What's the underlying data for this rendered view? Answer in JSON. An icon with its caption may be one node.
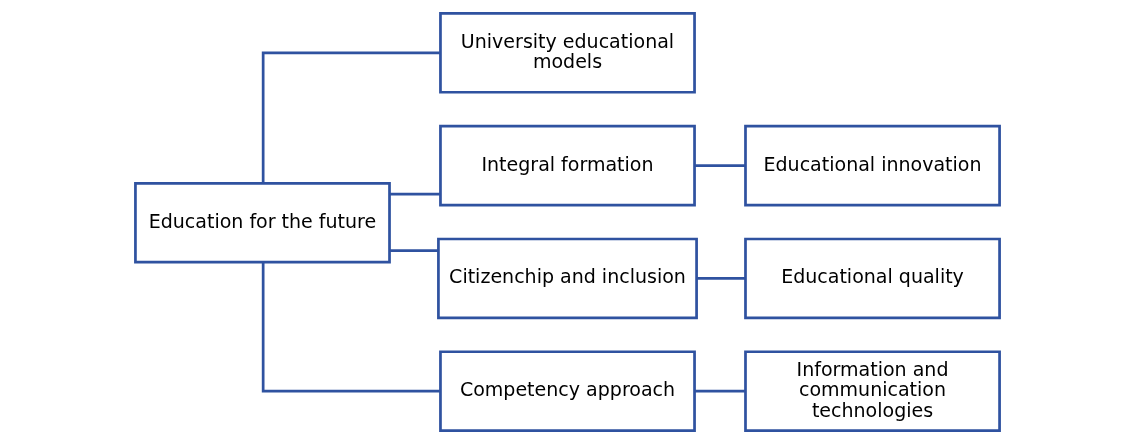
{
  "diagram": {
    "nodes": [
      {
        "text": [
          "Education for the future"
        ]
      },
      {
        "text": [
          "University educational models"
        ]
      },
      {
        "text": [
          "Integral formation"
        ]
      },
      {
        "text": [
          "Educational innovation"
        ]
      },
      {
        "text": [
          "Citizenchip and inclusion"
        ]
      },
      {
        "text": [
          "Educational quality"
        ]
      },
      {
        "text": [
          "Competency approach"
        ]
      },
      {
        "text": [
          "Information and communication technologies"
        ]
      }
    ],
    "edges": [
      {
        "from": 0,
        "to": 1,
        "arrow": "none"
      },
      {
        "from": 0,
        "to": 2,
        "arrow": "none"
      },
      {
        "from": 0,
        "to": 4,
        "arrow": "none"
      },
      {
        "from": 0,
        "to": 6,
        "arrow": "none"
      },
      {
        "from": 2,
        "to": 3,
        "arrow": "none"
      },
      {
        "from": 4,
        "to": 5,
        "arrow": "none"
      },
      {
        "from": 6,
        "to": 7,
        "arrow": "none"
      }
    ]
  }
}
